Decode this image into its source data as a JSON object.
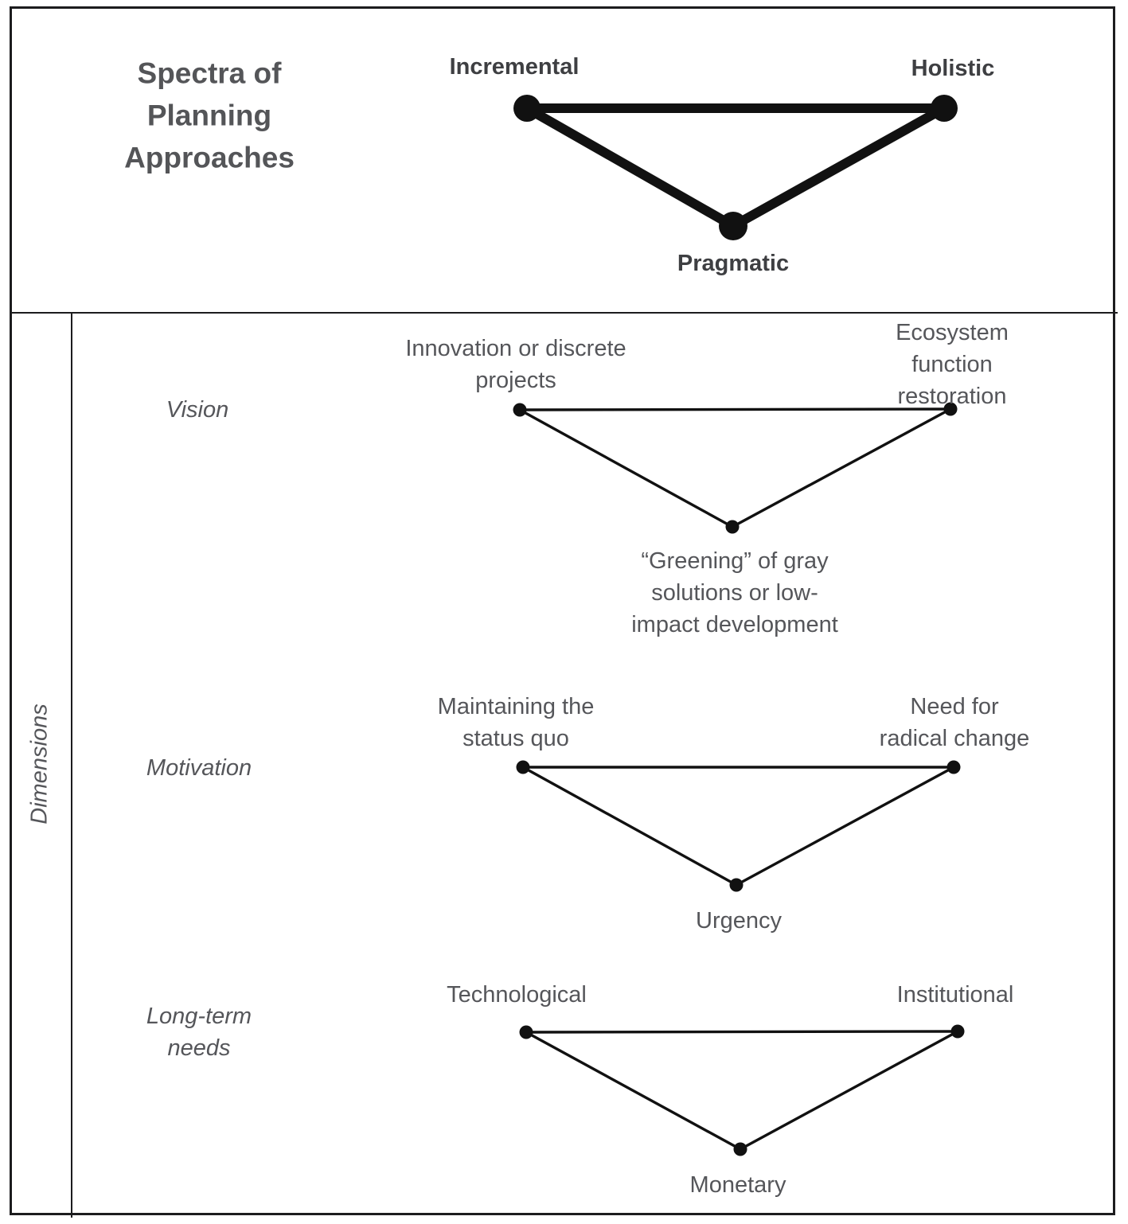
{
  "title": "Spectra of\nPlanning\nApproaches",
  "spectrum": {
    "left": "Incremental",
    "right": "Holistic",
    "bottom": "Pragmatic"
  },
  "dimensions_label": "Dimensions",
  "rows": [
    {
      "label": "Vision",
      "left": "Innovation or discrete\nprojects",
      "right": "Ecosystem function\nrestoration",
      "bottom": "“Greening” of gray\nsolutions or low-\nimpact development"
    },
    {
      "label": "Motivation",
      "left": "Maintaining the\nstatus quo",
      "right": "Need for\nradical change",
      "bottom": "Urgency"
    },
    {
      "label": "Long-term\nneeds",
      "left": "Technological",
      "right": "Institutional",
      "bottom": "Monetary"
    }
  ],
  "colors": {
    "ink": "#111111",
    "border": "#1c1c1e",
    "title-gray": "#545558",
    "dark-gray": "#3e3f42",
    "text-gray": "#55565a"
  }
}
